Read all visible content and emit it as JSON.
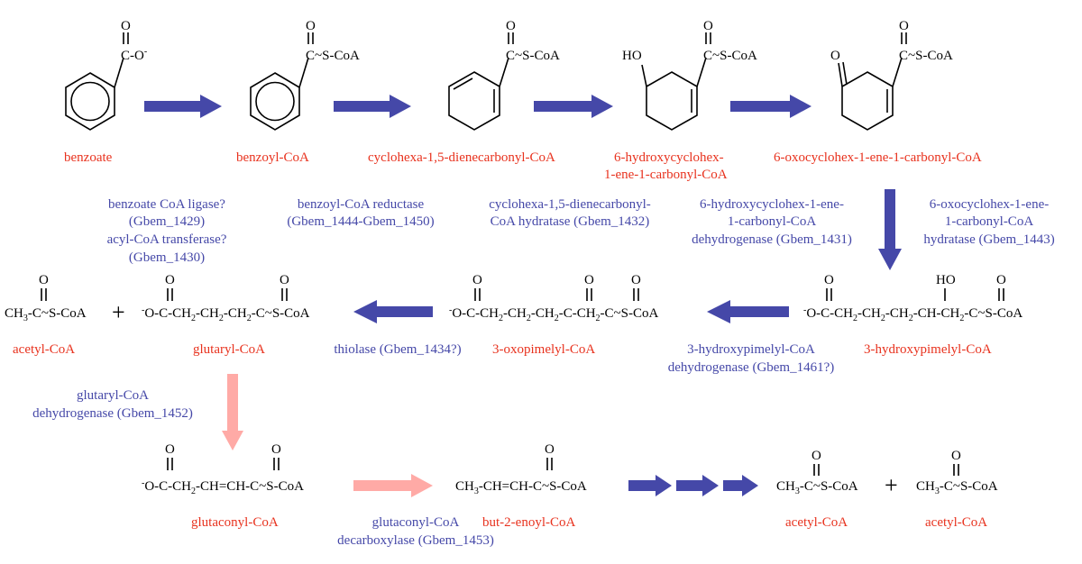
{
  "compounds": {
    "benzoate": {
      "name": "benzoate",
      "group_main": "C-O",
      "group_charge": "-"
    },
    "benzoyl_coa": {
      "name": "benzoyl-CoA",
      "group": "C~S-CoA"
    },
    "cyclohexadiene": {
      "name": "cyclohexa-1,5-dienecarbonyl-CoA",
      "group": "C~S-CoA"
    },
    "hydroxy": {
      "name_line1": "6-hydroxycyclohex-",
      "name_line2": "1-ene-1-carbonyl-CoA",
      "group": "C~S-CoA",
      "hydroxyl": "HO"
    },
    "oxo": {
      "name": "6-oxocyclohex-1-ene-1-carbonyl-CoA",
      "group": "C~S-CoA",
      "ketone": "O"
    },
    "acetyl_row3": {
      "name": "acetyl-CoA"
    },
    "glutaryl": {
      "name": "glutaryl-CoA"
    },
    "oxopimelyl": {
      "name": "3-oxopimelyl-CoA"
    },
    "hydroxypimelyl": {
      "name": "3-hydroxypimelyl-CoA",
      "hydroxyl": "HO"
    },
    "glutaconyl": {
      "name": "glutaconyl-CoA"
    },
    "butenoyl": {
      "name": "but-2-enoyl-CoA"
    },
    "acetyl_final_1": {
      "name": "acetyl-CoA"
    },
    "acetyl_final_2": {
      "name": "acetyl-CoA"
    }
  },
  "enzymes": {
    "ligase": {
      "lines": [
        "benzoate CoA ligase?",
        "(Gbem_1429)",
        "acyl-CoA transferase?",
        "(Gbem_1430)"
      ]
    },
    "reductase": {
      "lines": [
        "benzoyl-CoA reductase",
        "(Gbem_1444-Gbem_1450)"
      ]
    },
    "hydratase1": {
      "lines": [
        "cyclohexa-1,5-dienecarbonyl-",
        "CoA hydratase (Gbem_1432)"
      ]
    },
    "dehydrogenase1": {
      "lines": [
        "6-hydroxycyclohex-1-ene-",
        "1-carbonyl-CoA",
        "dehydrogenase (Gbem_1431)"
      ]
    },
    "hydratase2": {
      "lines": [
        "6-oxocyclohex-1-ene-",
        "1-carbonyl-CoA",
        "hydratase (Gbem_1443)"
      ]
    },
    "thiolase": {
      "lines": [
        "thiolase (Gbem_1434?)"
      ]
    },
    "dehydrogenase2": {
      "lines": [
        "3-hydroxypimelyl-CoA",
        "dehydrogenase (Gbem_1461?)"
      ]
    },
    "glutaryl_dh": {
      "lines": [
        "glutaryl-CoA",
        "dehydrogenase (Gbem_1452)"
      ]
    },
    "decarboxylase": {
      "lines": [
        "glutaconyl-CoA",
        "decarboxylase (Gbem_1453)"
      ]
    }
  },
  "symbols": {
    "plus": "+",
    "oxygen": "O"
  },
  "colors": {
    "compound_name": "#e8321e",
    "enzyme_label": "#4548a8",
    "arrow_main": "#4548a8",
    "arrow_pink": "#ffaaa6"
  }
}
